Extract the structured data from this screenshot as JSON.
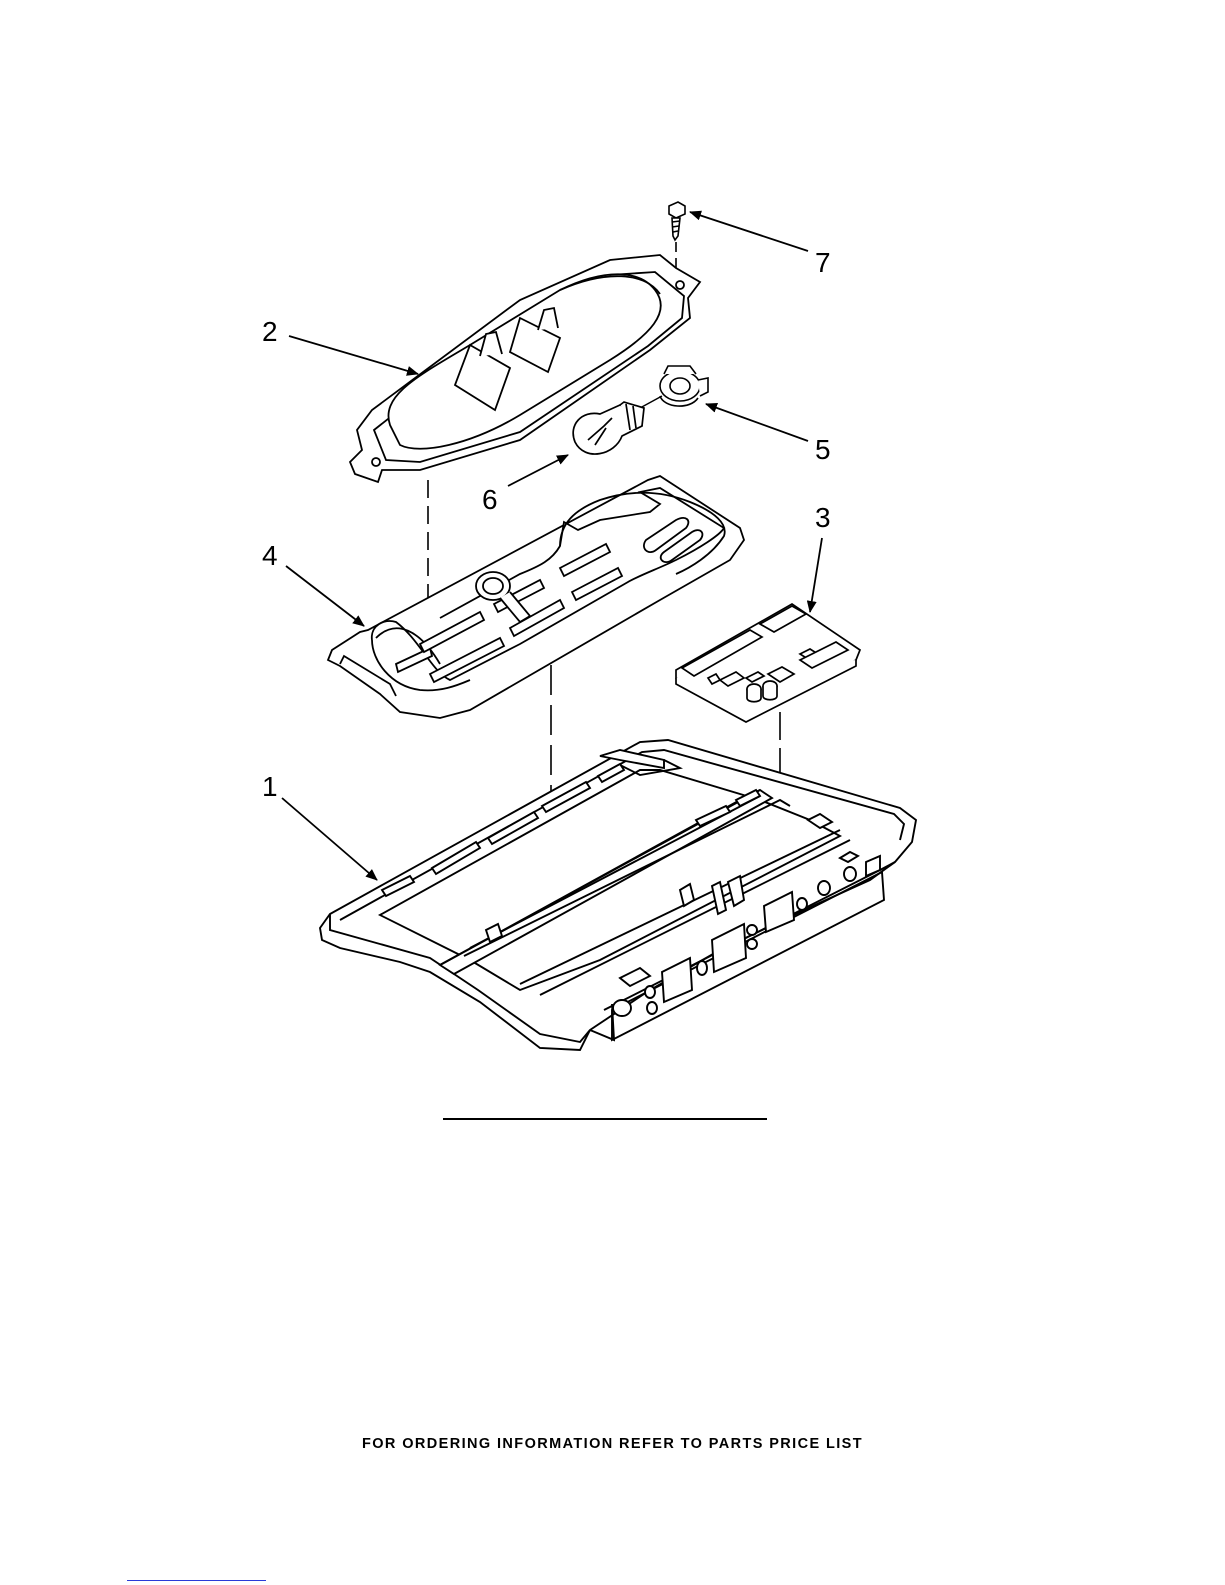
{
  "callouts": [
    {
      "id": "1",
      "label": "1"
    },
    {
      "id": "2",
      "label": "2"
    },
    {
      "id": "3",
      "label": "3"
    },
    {
      "id": "4",
      "label": "4"
    },
    {
      "id": "5",
      "label": "5"
    },
    {
      "id": "6",
      "label": "6"
    },
    {
      "id": "7",
      "label": "7"
    }
  ],
  "footer": {
    "note": "FOR ORDERING INFORMATION REFER TO PARTS PRICE LIST"
  },
  "colors": {
    "ink": "#000000",
    "paper": "#ffffff",
    "link": "#2a3bd8"
  }
}
